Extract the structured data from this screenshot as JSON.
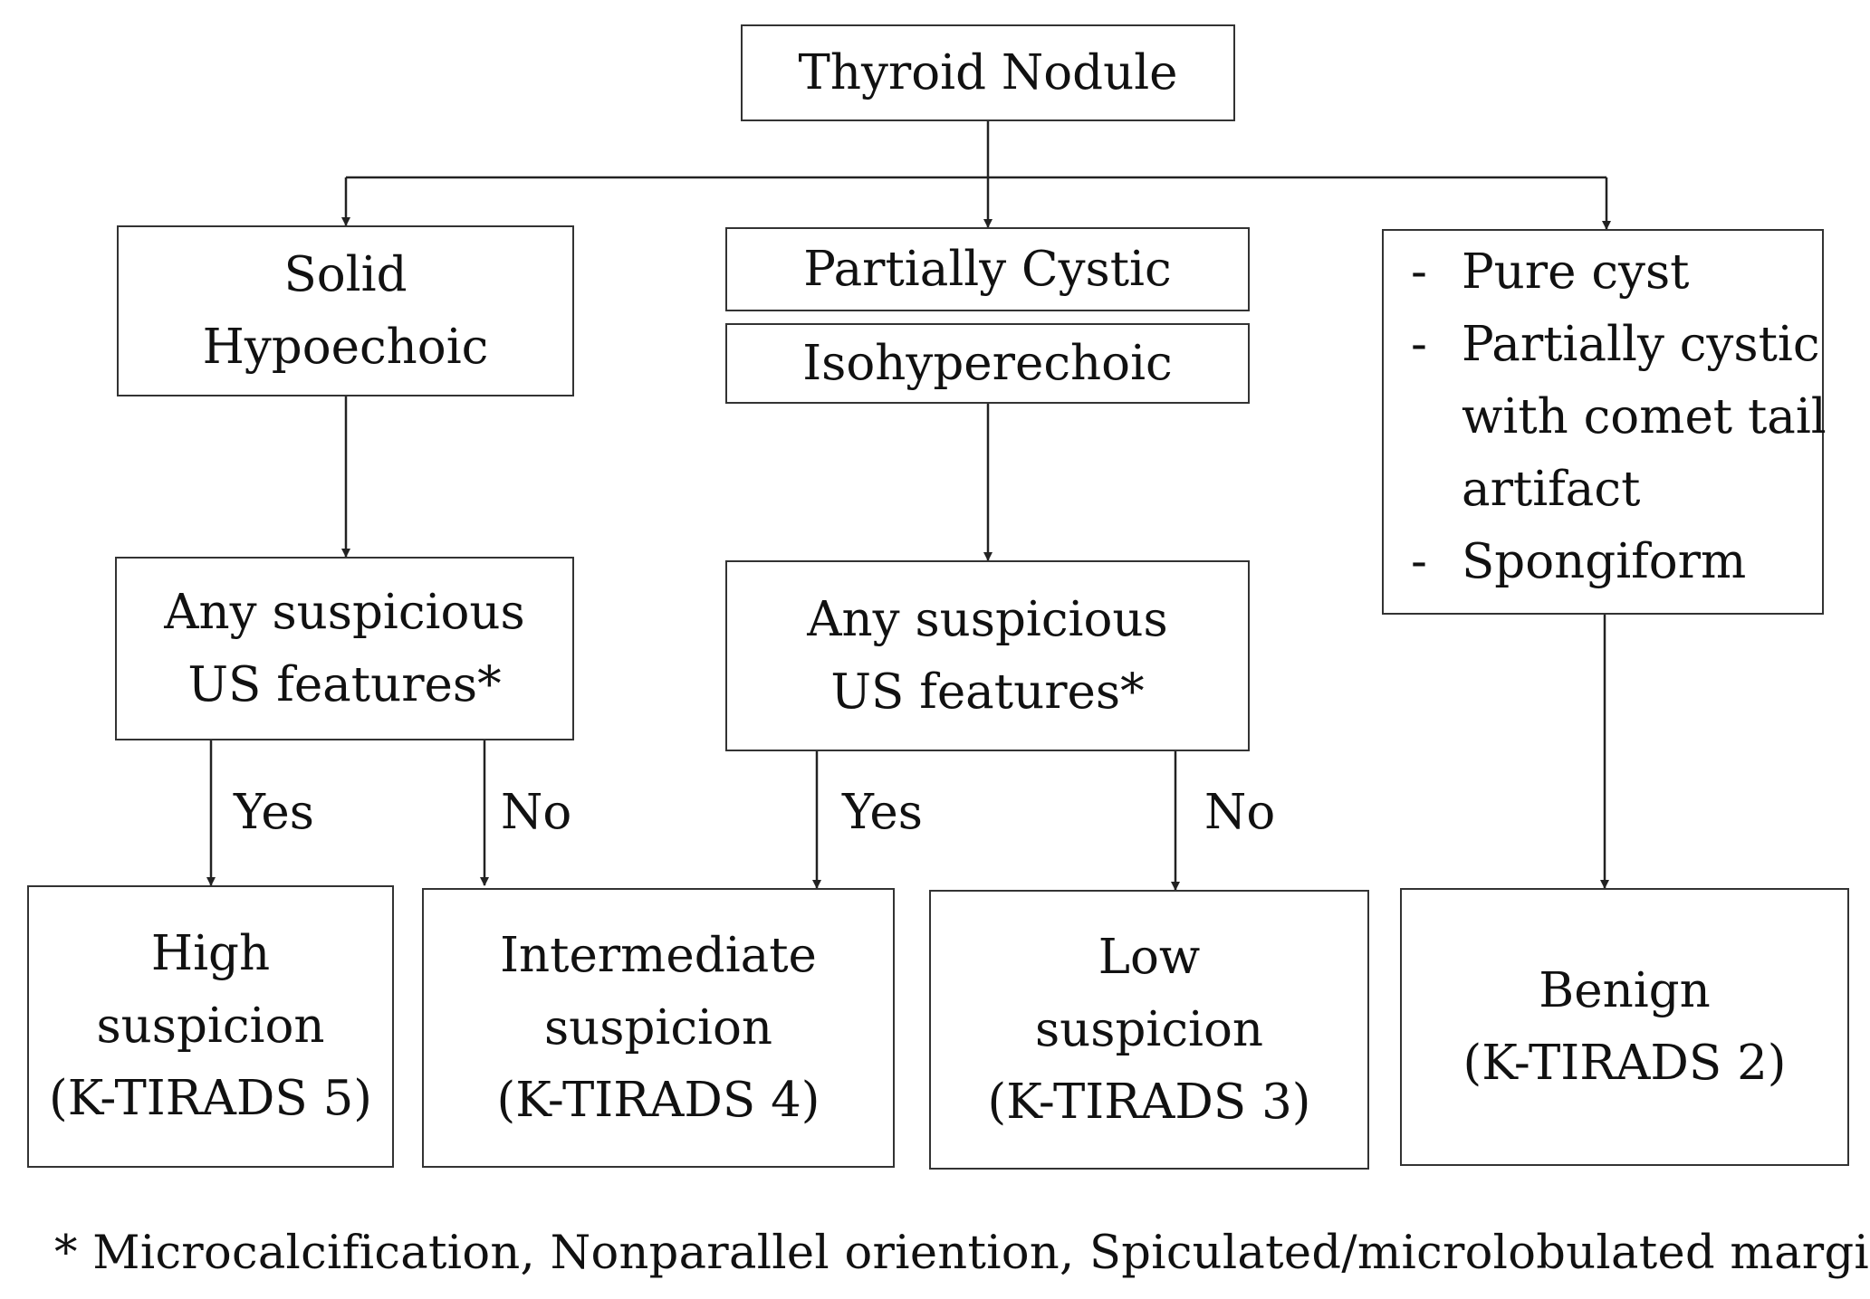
{
  "nodes": {
    "root": {
      "lines": [
        "Thyroid Nodule"
      ]
    },
    "solid": {
      "lines": [
        "Solid",
        "Hypoechoic"
      ]
    },
    "partial_cystic": {
      "lines": [
        "Partially Cystic"
      ]
    },
    "isohyperechoic": {
      "lines": [
        "Isohyperechoic"
      ]
    },
    "benign_features": {
      "bullet": "-",
      "items": [
        {
          "lines": [
            "Pure cyst"
          ]
        },
        {
          "lines": [
            "Partially cystic",
            "with comet tail",
            "artifact"
          ]
        },
        {
          "lines": [
            "Spongiform"
          ]
        }
      ]
    },
    "suspicious_left": {
      "lines": [
        "Any suspicious",
        "US features*"
      ]
    },
    "suspicious_mid": {
      "lines": [
        "Any suspicious",
        "US features*"
      ]
    },
    "high": {
      "lines": [
        "High",
        "suspicion",
        "(K-TIRADS 5)"
      ]
    },
    "intermediate": {
      "lines": [
        "Intermediate",
        "suspicion",
        "(K-TIRADS 4)"
      ]
    },
    "low": {
      "lines": [
        "Low",
        "suspicion",
        "(K-TIRADS 3)"
      ]
    },
    "benign": {
      "lines": [
        "Benign",
        "(K-TIRADS 2)"
      ]
    }
  },
  "edge_labels": {
    "left_yes": "Yes",
    "left_no": "No",
    "mid_yes": "Yes",
    "mid_no": "No"
  },
  "footnote": "* Microcalcification, Nonparallel oriention, Spiculated/microlobulated margin",
  "colors": {
    "stroke": "#333333",
    "text": "#111111",
    "background": "#ffffff"
  }
}
